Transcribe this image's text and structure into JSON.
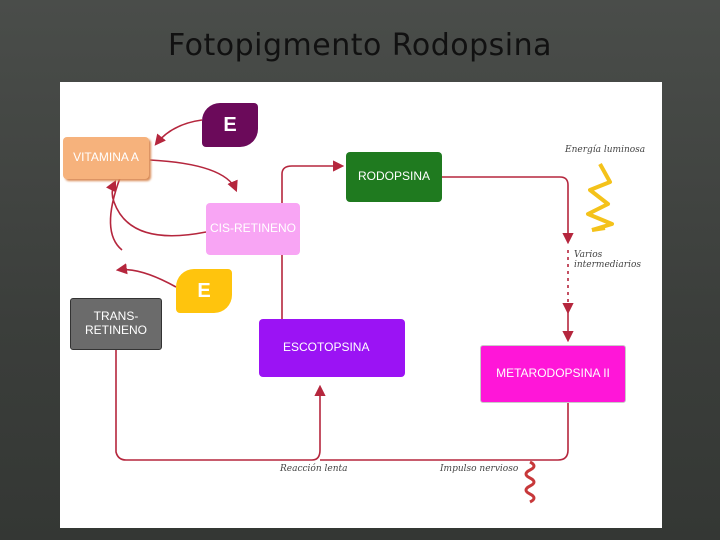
{
  "slide": {
    "title": "Fotopigmento Rodopsina"
  },
  "nodes": {
    "vitamina": "VITAMINA A",
    "enzyme_top": "E",
    "rodopsina": "RODOPSINA",
    "cis": "CIS-RETINENO",
    "enzyme_bottom": "E",
    "trans": "TRANS-RETINENO",
    "escotopsina": "ESCOTOPSINA",
    "metarodopsina": "METARODOPSINA II"
  },
  "annotations": {
    "energia": "Energía luminosa",
    "varios_1": "Varios",
    "varios_2": "intermediarios",
    "reaccion": "Reacción lenta",
    "impulso": "Impulso nervioso"
  },
  "colors": {
    "line": "#b5263d",
    "vitamina": "#f6b27c",
    "enzyme_top": "#6b0a5a",
    "rodopsina": "#1f7a1f",
    "cis": "#f8a5f4",
    "enzyme_bottom": "#ffc40d",
    "trans": "#6b6b6b",
    "escotopsina": "#9b13f4",
    "metarodopsina": "#ff16d8",
    "light_zigzag": "#f4c21a"
  }
}
